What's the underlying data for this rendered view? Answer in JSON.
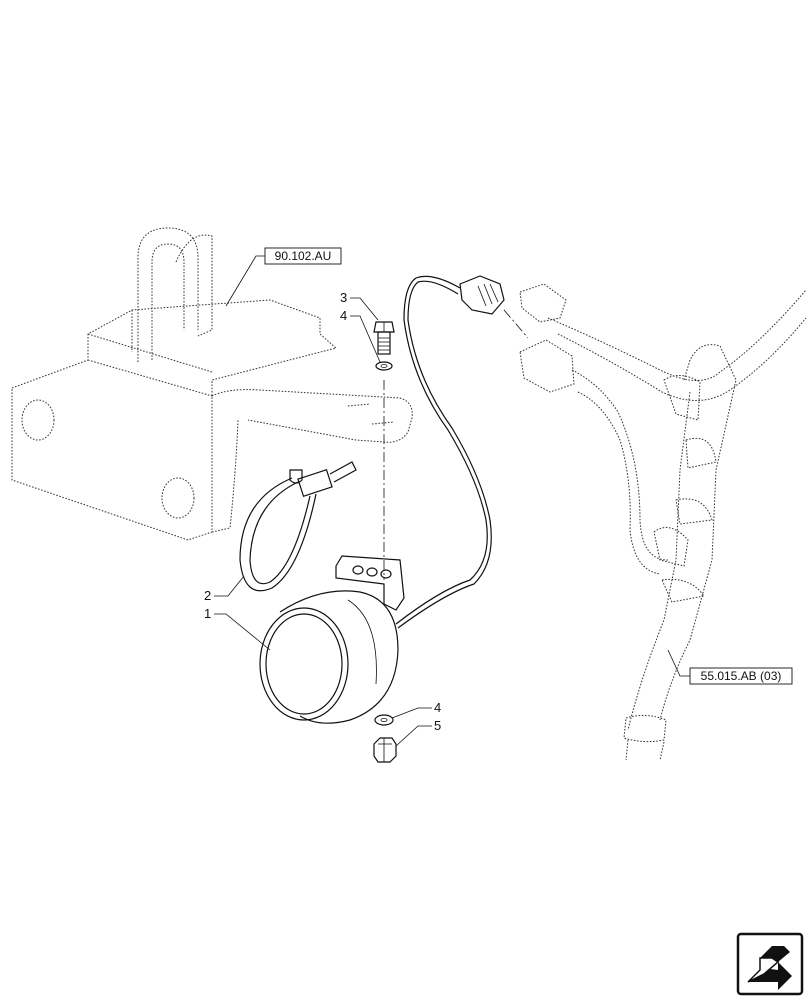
{
  "references": {
    "top_left": "90.102.AU",
    "right": "55.015.AB (03)"
  },
  "callouts": {
    "c1": "1",
    "c2": "2",
    "c3": "3",
    "c4_upper": "4",
    "c4_lower": "4",
    "c5": "5"
  },
  "nav": {
    "icon": "next-page-arrow-icon"
  }
}
